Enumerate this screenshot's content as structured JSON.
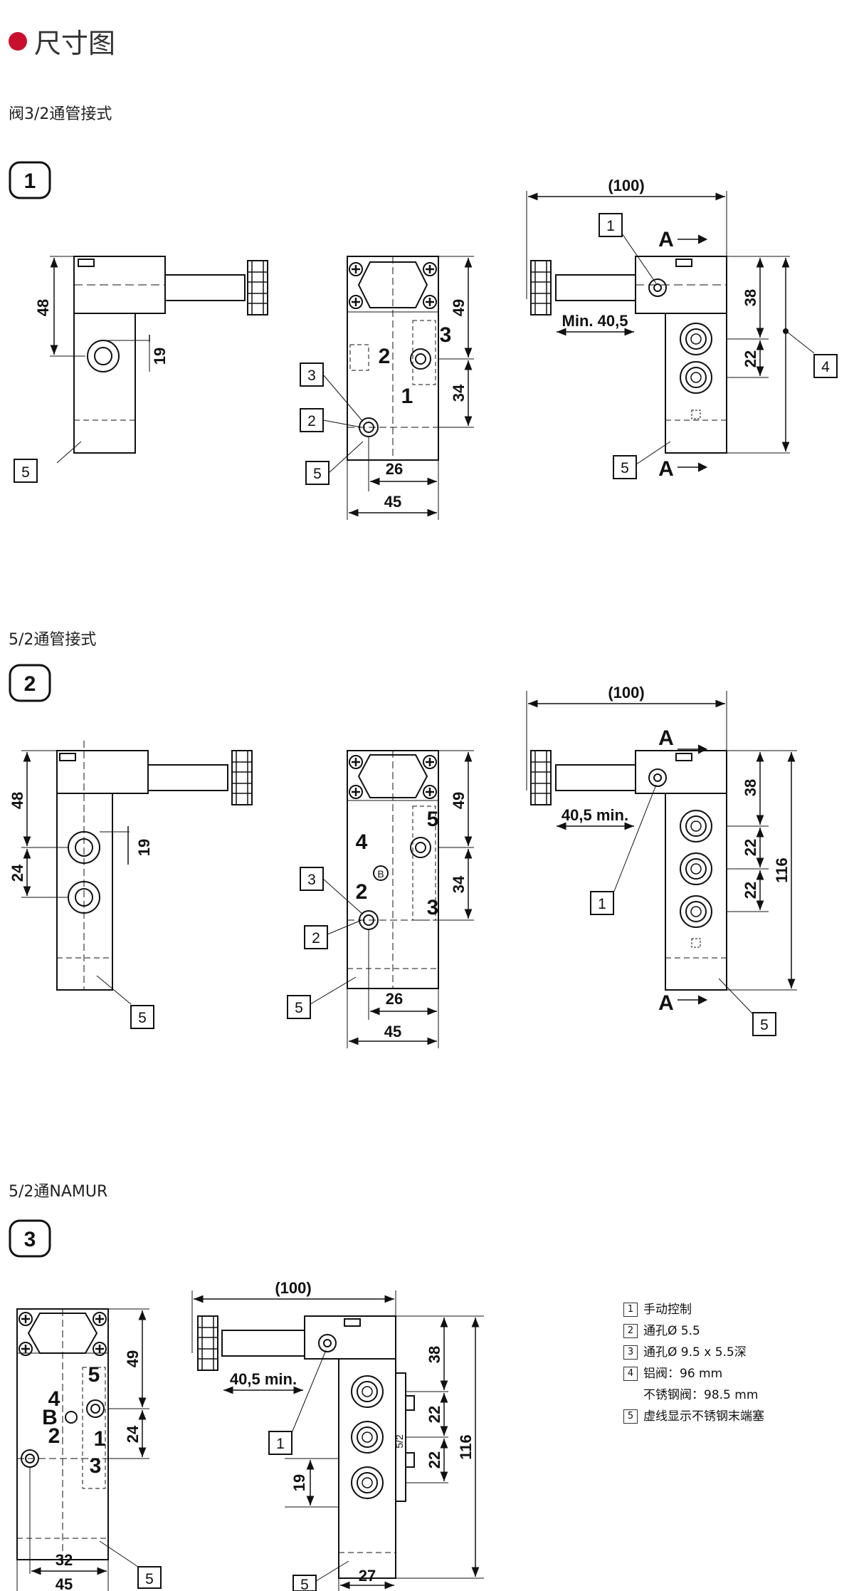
{
  "page_title": "尺寸图",
  "colors": {
    "accent": "#c8102e",
    "line": "#111111"
  },
  "sections": [
    {
      "label": "阀3/2通管接式",
      "badge": "1"
    },
    {
      "label": "5/2通管接式",
      "badge": "2"
    },
    {
      "label": "5/2通NAMUR",
      "badge": "3"
    }
  ],
  "dims": {
    "d100": "(100)",
    "d48": "48",
    "d19": "19",
    "d49": "49",
    "d34": "34",
    "d26": "26",
    "d45": "45",
    "d38": "38",
    "d22": "22",
    "d24": "24",
    "d116": "116",
    "d32": "32",
    "d27": "27",
    "min405a": "Min. 40,5",
    "min405b": "40,5 min.",
    "A": "A",
    "B": "B",
    "c": "B",
    "p1": "1",
    "p2": "2",
    "p3": "3",
    "p4": "4",
    "p5": "5",
    "p52": "5/2"
  },
  "legend": [
    {
      "num": "1",
      "text": "手动控制"
    },
    {
      "num": "2",
      "text": "通孔Ø 5.5"
    },
    {
      "num": "3",
      "text": "通孔Ø 9.5 x 5.5深"
    },
    {
      "num": "4",
      "text": "铝阀：96 mm"
    },
    {
      "num": "",
      "text": "不锈钢阀：98.5 mm"
    },
    {
      "num": "5",
      "text": "虚线显示不锈钢末端塞"
    }
  ]
}
